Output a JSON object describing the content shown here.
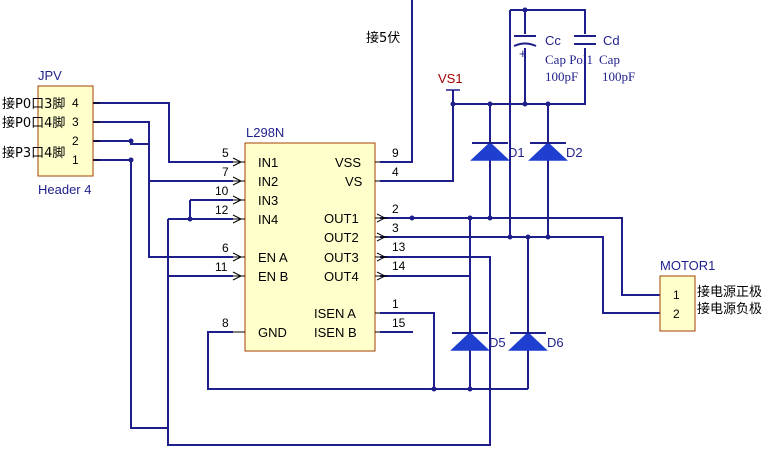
{
  "jpv": {
    "designator": "JPV",
    "comment": "Header 4",
    "pins": [
      "4",
      "3",
      "2",
      "1"
    ],
    "pin_notes": [
      "接P0口3脚",
      "接P0口4脚",
      "接P3口4脚"
    ]
  },
  "l298n": {
    "designator": "L298N",
    "left_pins": [
      {
        "name": "IN1",
        "num": "5"
      },
      {
        "name": "IN2",
        "num": "7"
      },
      {
        "name": "IN3",
        "num": "10"
      },
      {
        "name": "IN4",
        "num": "12"
      },
      {
        "name": "EN A",
        "num": "6"
      },
      {
        "name": "EN B",
        "num": "11"
      },
      {
        "name": "GND",
        "num": "8"
      }
    ],
    "right_pins": [
      {
        "name": "VSS",
        "num": "9"
      },
      {
        "name": "VS",
        "num": "4"
      },
      {
        "name": "OUT1",
        "num": "2"
      },
      {
        "name": "OUT2",
        "num": "3"
      },
      {
        "name": "OUT3",
        "num": "13"
      },
      {
        "name": "OUT4",
        "num": "14"
      },
      {
        "name": "ISEN A",
        "num": "1"
      },
      {
        "name": "ISEN B",
        "num": "15"
      }
    ]
  },
  "vss_note": "接5伏",
  "power_net": "VS1",
  "caps": [
    {
      "designator": "Cc",
      "comment": "Cap Pol1",
      "value": "100pF"
    },
    {
      "designator": "Cd",
      "comment": "Cap",
      "value": "100pF"
    }
  ],
  "diodes": [
    "D1",
    "D2",
    "D5",
    "D6"
  ],
  "motor": {
    "designator": "MOTOR1",
    "pins": [
      "1",
      "2"
    ],
    "notes": [
      "接电源正极",
      "接电源负极"
    ]
  }
}
